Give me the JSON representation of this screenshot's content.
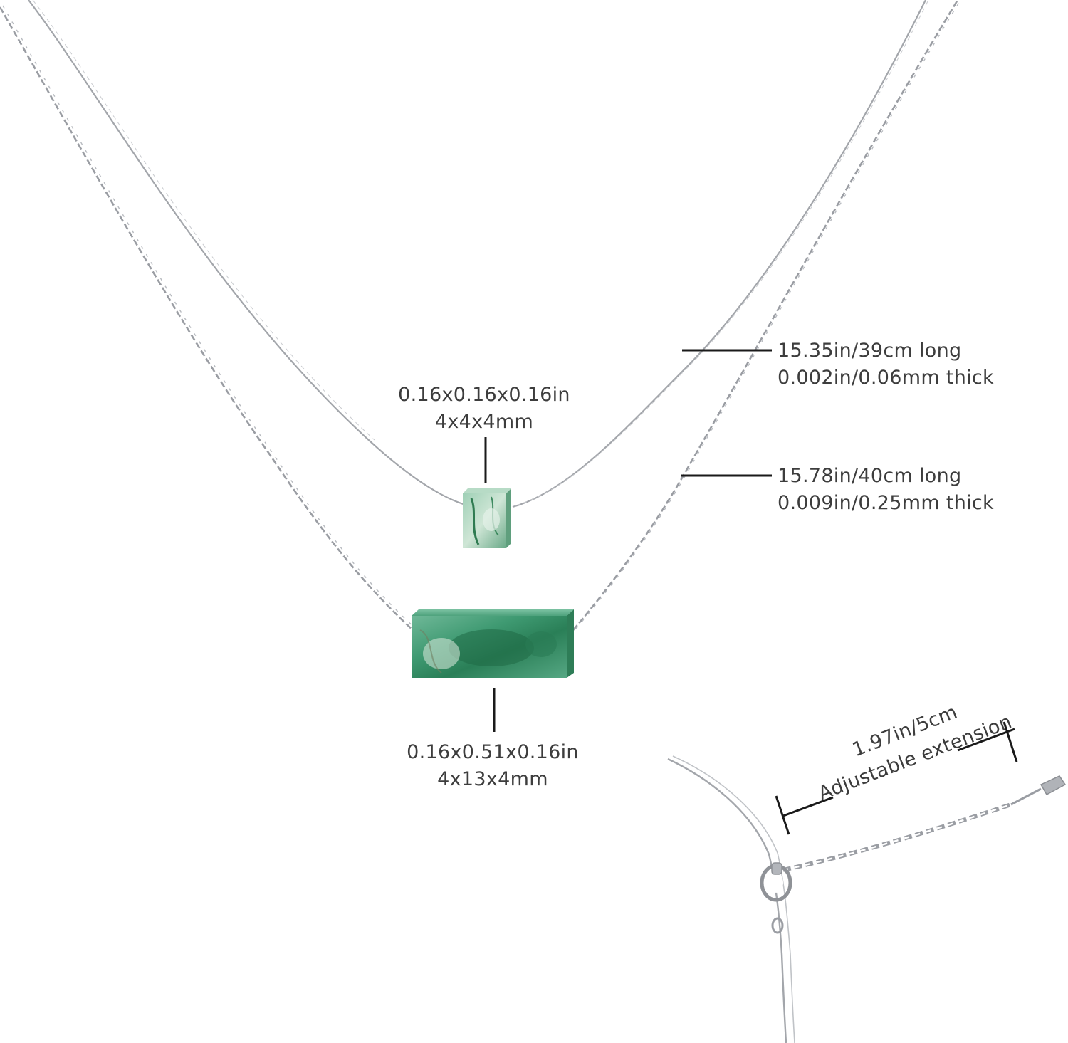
{
  "image": {
    "description_free": true,
    "colors": {
      "background": "#ffffff",
      "chain": "#9a9da3",
      "stone": "#3f9a72",
      "stone_dark": "#1f6a46",
      "stone_light": "#cfe3d4",
      "callout_line": "#1a1a1a",
      "text": "#3d3d3d"
    }
  },
  "annotations": {
    "small_bead": {
      "size_in": "0.16x0.16x0.16in",
      "size_mm": "4x4x4mm"
    },
    "large_bead": {
      "size_in": "0.16x0.51x0.16in",
      "size_mm": "4x13x4mm"
    },
    "short_chain": {
      "length": "15.35in/39cm long",
      "thickness": "0.002in/0.06mm thick"
    },
    "long_chain": {
      "length": "15.78in/40cm long",
      "thickness": "0.009in/0.25mm thick"
    },
    "extension": {
      "length": "1.97in/5cm",
      "caption": "Adjustable extension"
    }
  }
}
